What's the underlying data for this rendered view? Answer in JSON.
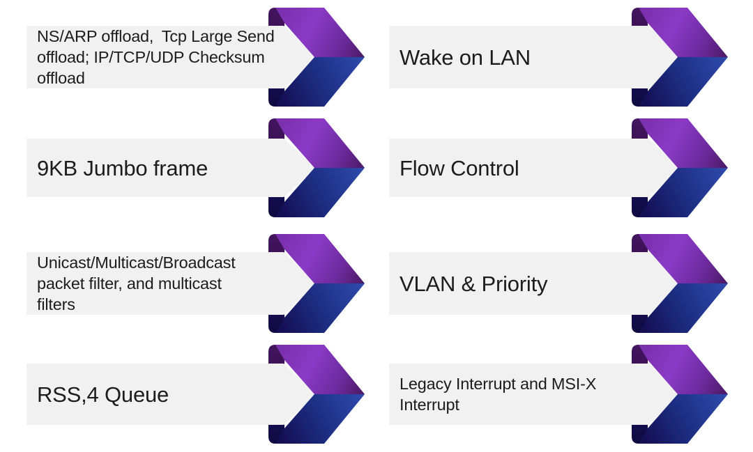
{
  "slide": {
    "background": "#ffffff",
    "icons": {
      "item_marker": "ribbon-chevron-right-icon"
    },
    "colors": {
      "bar_fill": "#f1f1f2",
      "text": "#1c1c1c",
      "ribbon_purple_bright": "#8b3ac6",
      "ribbon_purple_mid": "#7b30ae",
      "ribbon_purple_tip": "#4a1960",
      "ribbon_purple_fold": "#3d1156",
      "ribbon_navy_bright": "#2f4bad",
      "ribbon_navy_mid": "#1b2b7e",
      "ribbon_navy_fold": "#120d49"
    },
    "items": [
      {
        "id": "offloads",
        "column": "left",
        "row": 1,
        "label": "NS/ARP offload, Tcp Large Send\noffload; IP/TCP/UDP Checksum\noffload"
      },
      {
        "id": "wake-on-lan",
        "column": "right",
        "row": 1,
        "label": "Wake on LAN"
      },
      {
        "id": "jumbo-frame",
        "column": "left",
        "row": 2,
        "label": "9KB Jumbo frame"
      },
      {
        "id": "flow-control",
        "column": "right",
        "row": 2,
        "label": "Flow Control"
      },
      {
        "id": "packet-filters",
        "column": "left",
        "row": 3,
        "label": "Unicast/Multicast/Broadcast\npacket filter, and multicast\nfilters"
      },
      {
        "id": "vlan-priority",
        "column": "right",
        "row": 3,
        "label": "VLAN & Priority"
      },
      {
        "id": "rss-queue",
        "column": "left",
        "row": 4,
        "label": "RSS,4 Queue"
      },
      {
        "id": "interrupts",
        "column": "right",
        "row": 4,
        "label": "Legacy Interrupt and MSI-X\nInterrupt"
      }
    ]
  }
}
